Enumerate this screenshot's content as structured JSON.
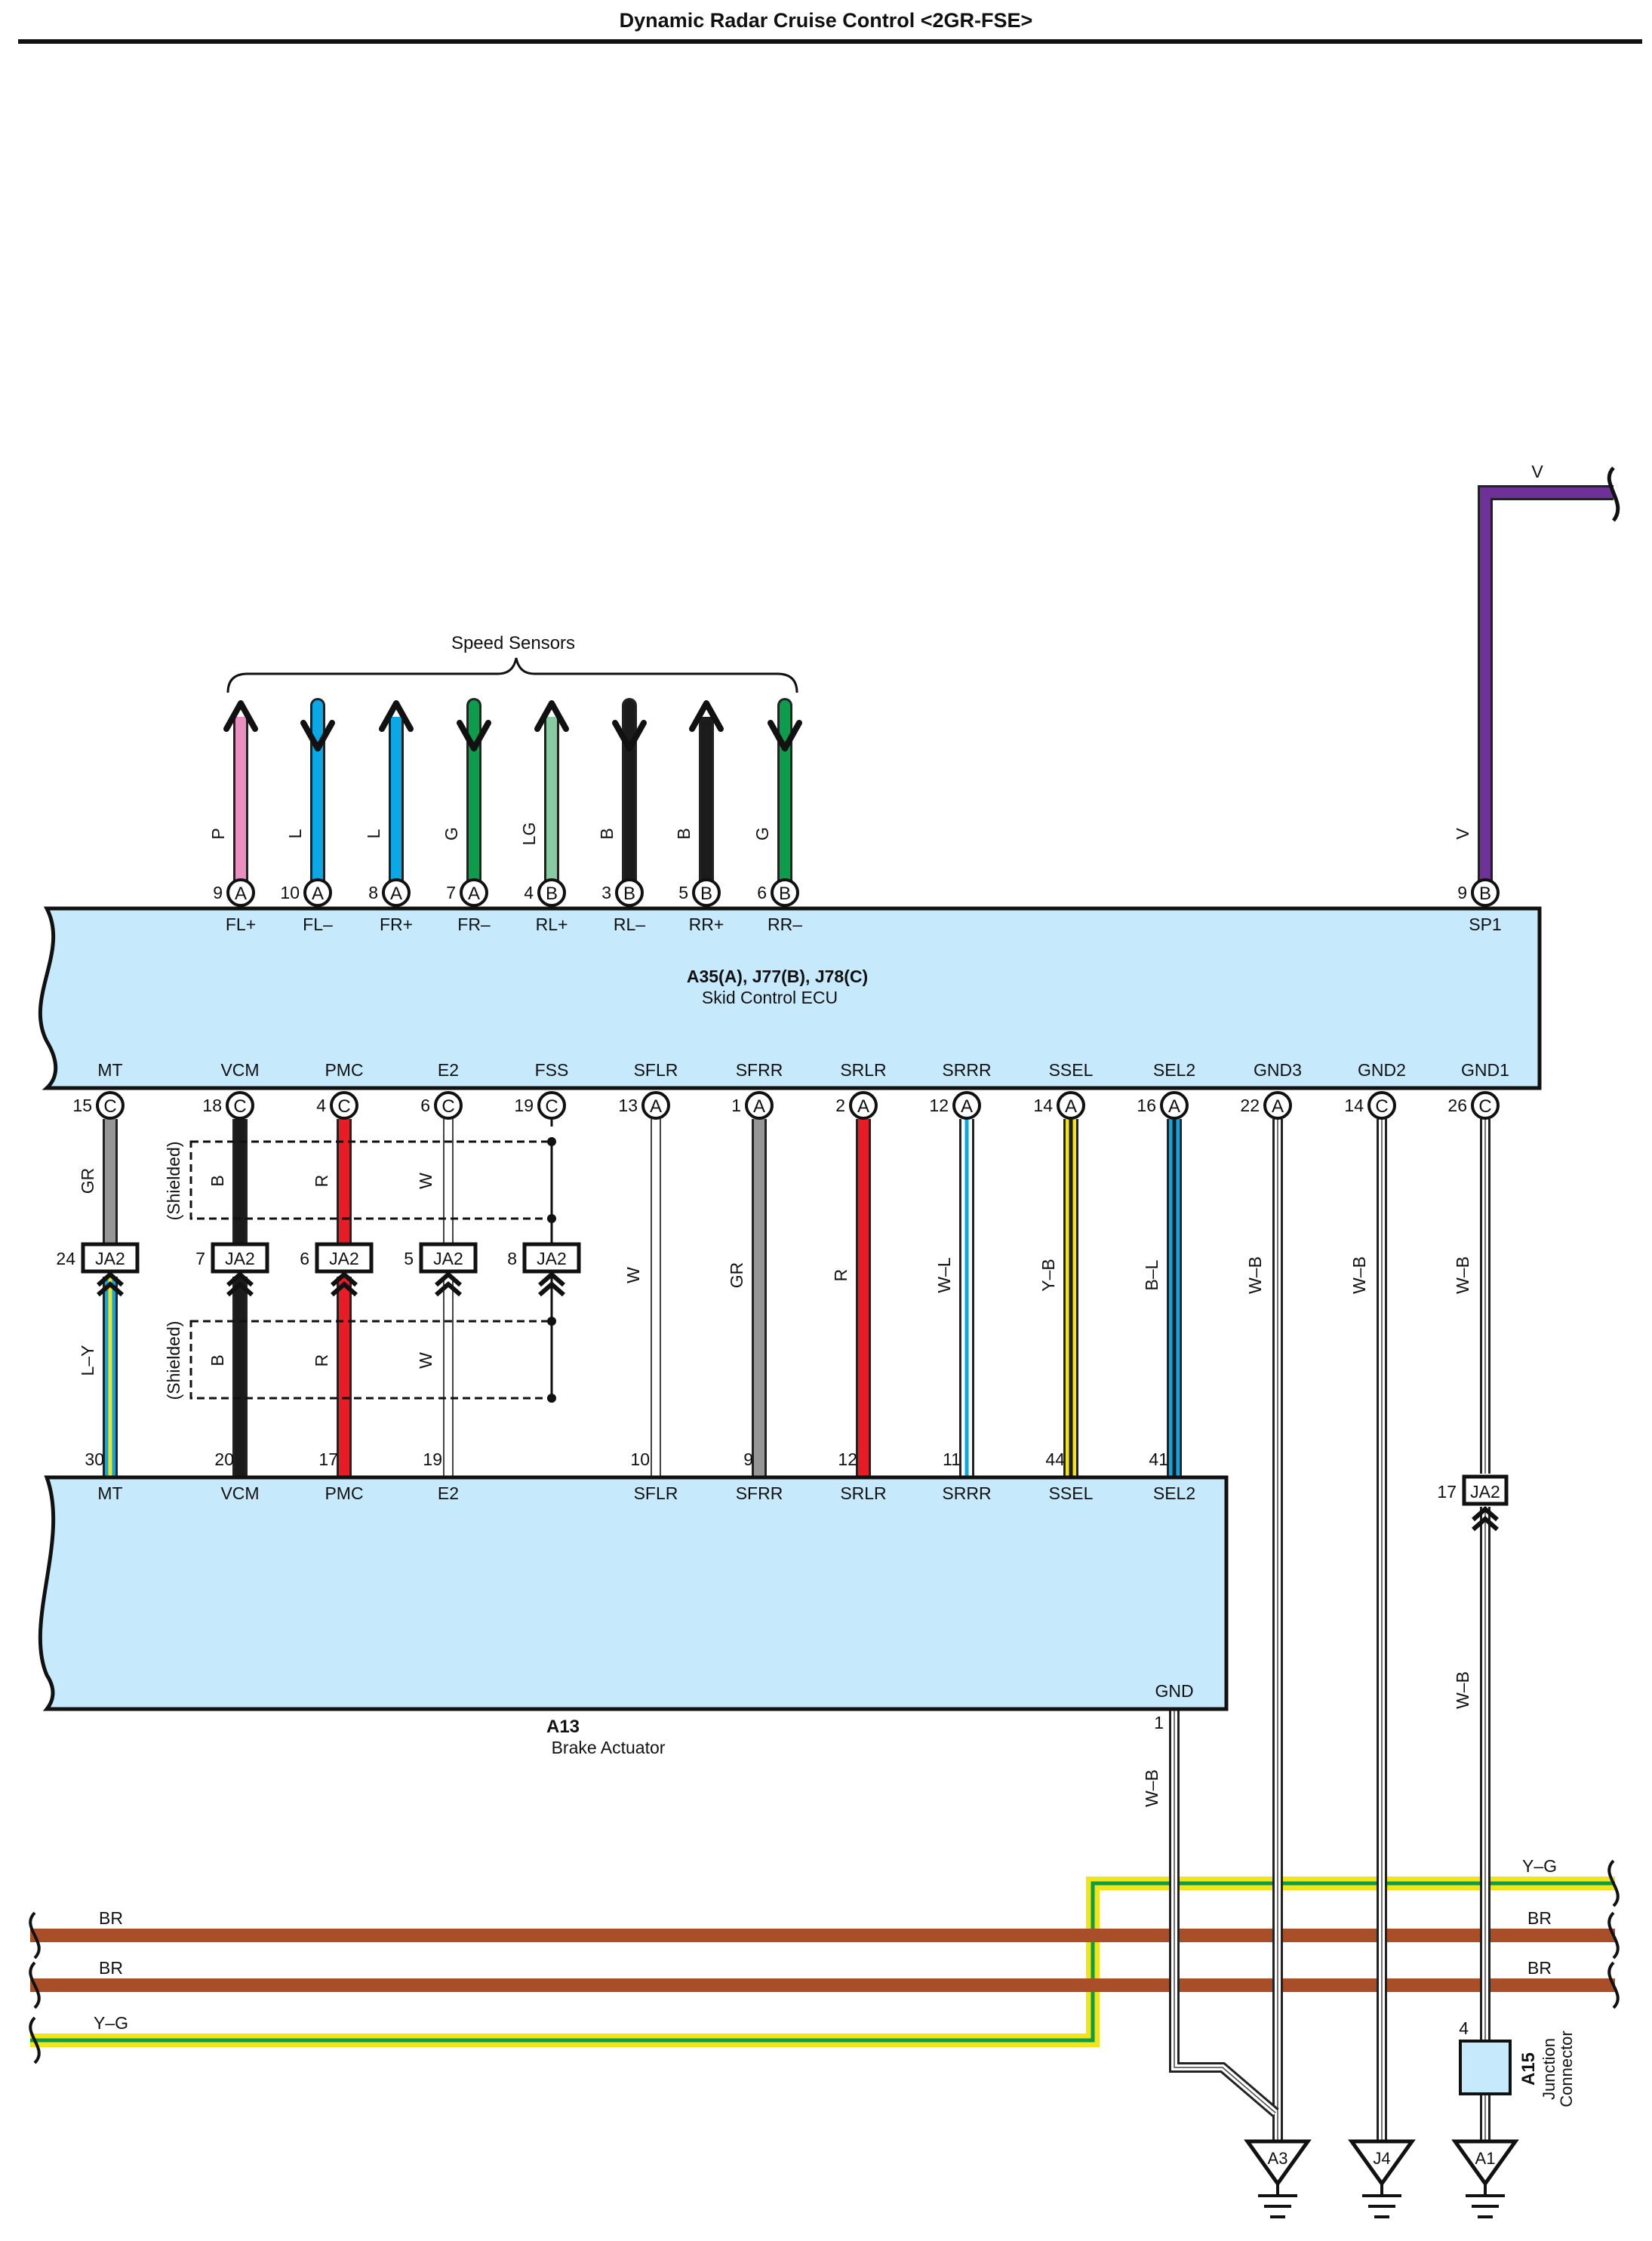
{
  "title": "Dynamic Radar Cruise Control <2GR-FSE>",
  "colors": {
    "P": "#ea8fc0",
    "L": "#0aa8e6",
    "G": "#0b9c4c",
    "LG": "#86cca0",
    "B": "#1b1b1b",
    "V": "#6e3198",
    "GR": "#969696",
    "R": "#e81c24",
    "W": "#ffffff",
    "BR": "#a84f2a",
    "Y": "#f2e416",
    "component_fill": "#c6e9fb",
    "wire_outline": "#333333"
  },
  "speed_sensors": {
    "label": "Speed Sensors",
    "wires": [
      {
        "color": "P",
        "pin": "9",
        "conn": "A",
        "name": "FL+",
        "dir": "up"
      },
      {
        "color": "L",
        "pin": "10",
        "conn": "A",
        "name": "FL–",
        "dir": "down"
      },
      {
        "color": "L",
        "pin": "8",
        "conn": "A",
        "name": "FR+",
        "dir": "up"
      },
      {
        "color": "G",
        "pin": "7",
        "conn": "A",
        "name": "FR–",
        "dir": "down"
      },
      {
        "color": "LG",
        "pin": "4",
        "conn": "B",
        "name": "RL+",
        "dir": "up"
      },
      {
        "color": "B",
        "pin": "3",
        "conn": "B",
        "name": "RL–",
        "dir": "down"
      },
      {
        "color": "B",
        "pin": "5",
        "conn": "B",
        "name": "RR+",
        "dir": "up"
      },
      {
        "color": "G",
        "pin": "6",
        "conn": "B",
        "name": "RR–",
        "dir": "down"
      }
    ]
  },
  "sp1": {
    "color": "V",
    "pin": "9",
    "conn": "B",
    "name": "SP1",
    "top_label": "V"
  },
  "skid_ecu": {
    "code": "A35(A), J77(B), J78(C)",
    "name": "Skid Control ECU"
  },
  "ecu_bottom_pins": [
    {
      "name": "MT",
      "pin": "15",
      "conn": "C"
    },
    {
      "name": "VCM",
      "pin": "18",
      "conn": "C"
    },
    {
      "name": "PMC",
      "pin": "4",
      "conn": "C"
    },
    {
      "name": "E2",
      "pin": "6",
      "conn": "C"
    },
    {
      "name": "FSS",
      "pin": "19",
      "conn": "C"
    },
    {
      "name": "SFLR",
      "pin": "13",
      "conn": "A"
    },
    {
      "name": "SFRR",
      "pin": "1",
      "conn": "A"
    },
    {
      "name": "SRLR",
      "pin": "2",
      "conn": "A"
    },
    {
      "name": "SRRR",
      "pin": "12",
      "conn": "A"
    },
    {
      "name": "SSEL",
      "pin": "14",
      "conn": "A"
    },
    {
      "name": "SEL2",
      "pin": "16",
      "conn": "A"
    },
    {
      "name": "GND3",
      "pin": "22",
      "conn": "A"
    },
    {
      "name": "GND2",
      "pin": "14",
      "conn": "C"
    },
    {
      "name": "GND1",
      "pin": "26",
      "conn": "C"
    }
  ],
  "upper_wire_labels": [
    "GR",
    "B",
    "R",
    "W",
    "W",
    "GR",
    "R",
    "W–L",
    "Y–B",
    "B–L",
    "W–B",
    "W–B",
    "W–B"
  ],
  "lower_wire_labels": [
    "L–Y",
    "B",
    "R",
    "W"
  ],
  "shielded_label": "(Shielded)",
  "ja2": {
    "label": "JA2",
    "pins": [
      "24",
      "7",
      "6",
      "5",
      "8"
    ],
    "gnd_pin": "17"
  },
  "actuator_pins": [
    {
      "name": "MT",
      "pin": "30"
    },
    {
      "name": "VCM",
      "pin": "20"
    },
    {
      "name": "PMC",
      "pin": "17"
    },
    {
      "name": "E2",
      "pin": "19"
    },
    {
      "name": "SFLR",
      "pin": "10"
    },
    {
      "name": "SFRR",
      "pin": "9"
    },
    {
      "name": "SRLR",
      "pin": "12"
    },
    {
      "name": "SRRR",
      "pin": "11"
    },
    {
      "name": "SSEL",
      "pin": "44"
    },
    {
      "name": "SEL2",
      "pin": "41"
    }
  ],
  "brake_actuator": {
    "code": "A13",
    "name": "Brake Actuator",
    "gnd_name": "GND",
    "gnd_pin": "1",
    "gnd_wire": "W–B"
  },
  "gnd1_lower_wire": "W–B",
  "bus_labels": {
    "yg_right": "Y–G",
    "br1_left": "BR",
    "br1_right": "BR",
    "br2_left": "BR",
    "br2_right": "BR",
    "yg_left": "Y–G"
  },
  "junction": {
    "code": "A15",
    "name_line1": "Junction",
    "name_line2": "Connector",
    "pin": "4"
  },
  "grounds": [
    "A3",
    "J4",
    "A1"
  ]
}
